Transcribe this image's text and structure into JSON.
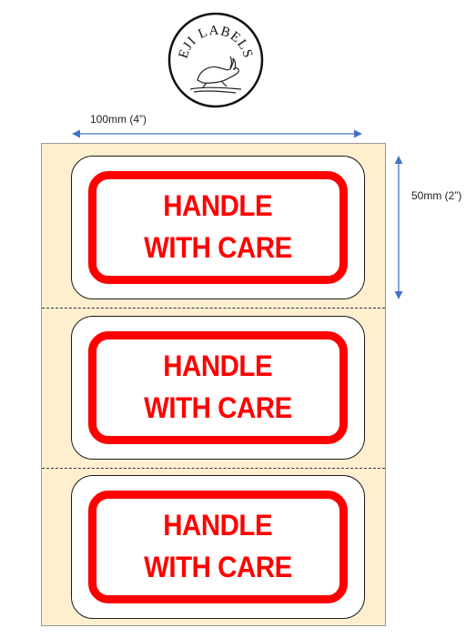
{
  "logo": {
    "text": "EJI LABELS",
    "icon": "hare-icon"
  },
  "dimensions": {
    "width_label": "100mm (4”)",
    "height_label": "50mm (2”)"
  },
  "colors": {
    "sheet": "#fef0cf",
    "label_text": "#ff0000",
    "frame": "#ff0000"
  },
  "labels": [
    {
      "line1": "HANDLE",
      "line2": "WITH CARE"
    },
    {
      "line1": "HANDLE",
      "line2": "WITH CARE"
    },
    {
      "line1": "HANDLE",
      "line2": "WITH CARE"
    }
  ]
}
